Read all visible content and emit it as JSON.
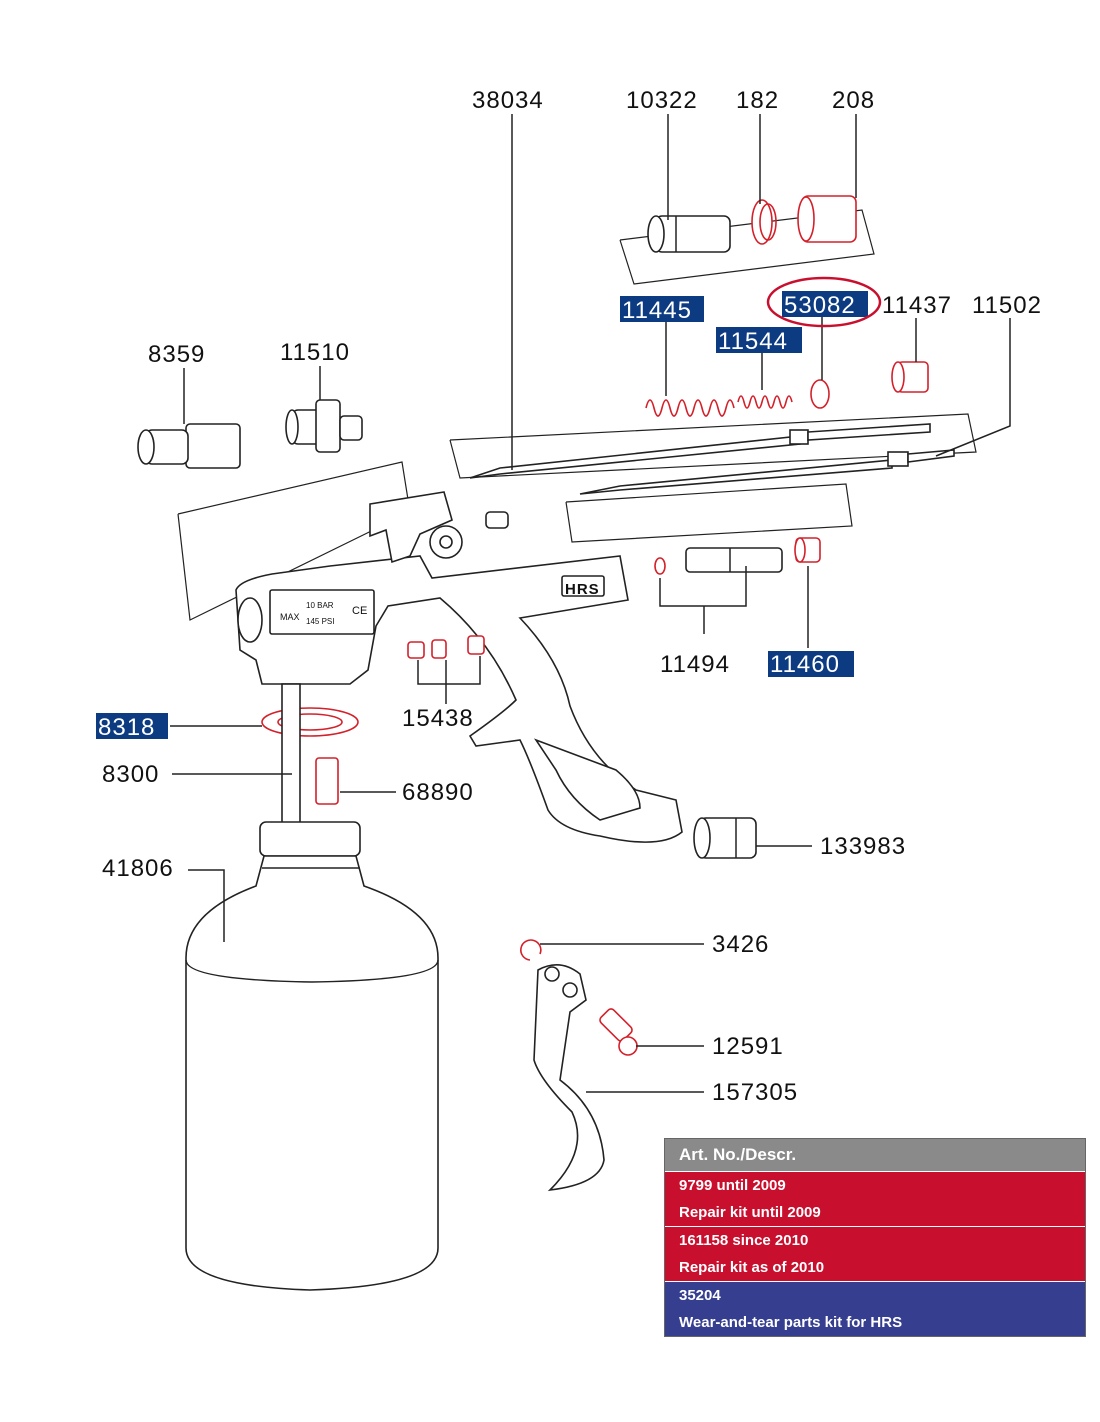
{
  "part_numbers": {
    "p38034": "38034",
    "p10322": "10322",
    "p182": "182",
    "p208": "208",
    "p11445": "11445",
    "p53082": "53082",
    "p11437": "11437",
    "p11502": "11502",
    "p11544": "11544",
    "p8359": "8359",
    "p11510": "11510",
    "p11494": "11494",
    "p11460": "11460",
    "p15438": "15438",
    "p8318": "8318",
    "p8300": "8300",
    "p68890": "68890",
    "p133983": "133983",
    "p41806": "41806",
    "p3426": "3426",
    "p12591": "12591",
    "p157305": "157305"
  },
  "gun_marking": {
    "brand": "HRS",
    "max": "MAX",
    "bar": "10 BAR",
    "psi": "145 PSI",
    "ce": "CE"
  },
  "kit_table": {
    "header": "Art. No./Descr.",
    "rows": [
      {
        "number": "9799 until 2009",
        "desc": "Repair kit until 2009",
        "color": "#c8102e"
      },
      {
        "number": "161158 since 2010",
        "desc": "Repair kit as of 2010",
        "color": "#c8102e"
      },
      {
        "number": "35204",
        "desc": "Wear-and-tear parts kit for HRS",
        "color": "#353e8f"
      }
    ]
  },
  "colors": {
    "highlight_label": "#0c3b82",
    "kit_part": "#d4202a",
    "circle_mark": "#c8102e"
  }
}
